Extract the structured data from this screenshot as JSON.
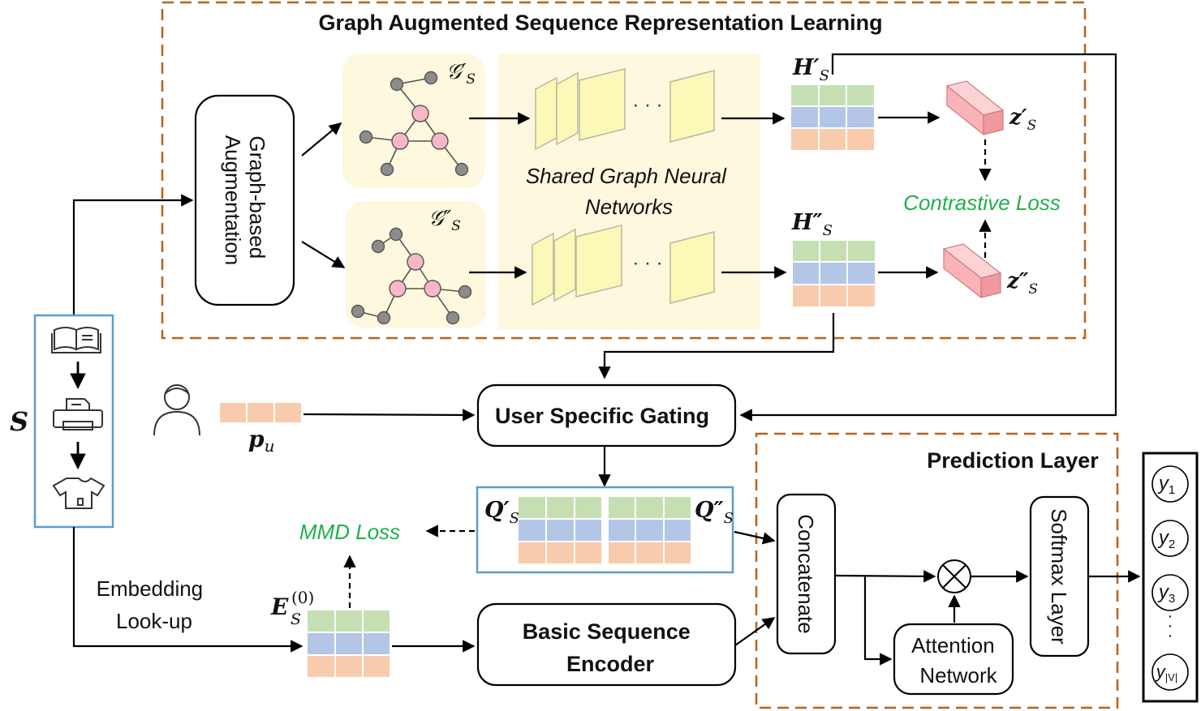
{
  "title": "Graph Augmented Sequence Representation Learning",
  "colors": {
    "orange_dash": "#b8611d",
    "blue_box": "#5b9bd5",
    "green_text": "#1fb04c",
    "yellow_panel": "#fdf8de",
    "layer_fill": "#fbf8b8",
    "layer_stroke": "#b8b8a0",
    "row_green": "#c5dfb3",
    "row_blue": "#b4c6e7",
    "row_orange": "#f8cbad",
    "node_pink": "#f7b7c7",
    "node_gray": "#8c8c8c",
    "prism_pink": "#f8b4b8"
  },
  "icons": [
    "book-icon",
    "printer-icon",
    "tshirt-icon",
    "user-icon",
    "multiply-icon",
    "arrow-icon"
  ],
  "labels": {
    "s": "S",
    "graph_aug": [
      "Graph-based",
      "Augmentation"
    ],
    "g_prime": "𝒢′",
    "g_dprime": "𝒢″",
    "sub_s": "S",
    "gnn": [
      "Shared Graph Neural",
      "Networks"
    ],
    "h_prime": "H′",
    "h_dprime": "H″",
    "z_prime": "z′",
    "z_dprime": "z″",
    "contrastive": "Contrastive Loss",
    "user_gating": "User Specific Gating",
    "p": "p",
    "p_sub": "u",
    "q_prime": "Q′",
    "q_dprime": "Q″",
    "mmd": "MMD Loss",
    "embedding": [
      "Embedding",
      "Look-up"
    ],
    "e": "E",
    "e_sup": "(0)",
    "basic_encoder": [
      "Basic Sequence",
      "Encoder"
    ],
    "prediction_layer": "Prediction Layer",
    "concatenate": "Concatenate",
    "attention": [
      "Attention",
      "Network"
    ],
    "softmax": "Softmax Layer",
    "dots": "· · ·",
    "outputs": [
      {
        "v": "y",
        "sub": "1"
      },
      {
        "v": "y",
        "sub": "2"
      },
      {
        "v": "y",
        "sub": "3"
      },
      {
        "v": "y",
        "sub": "|V|"
      }
    ]
  }
}
